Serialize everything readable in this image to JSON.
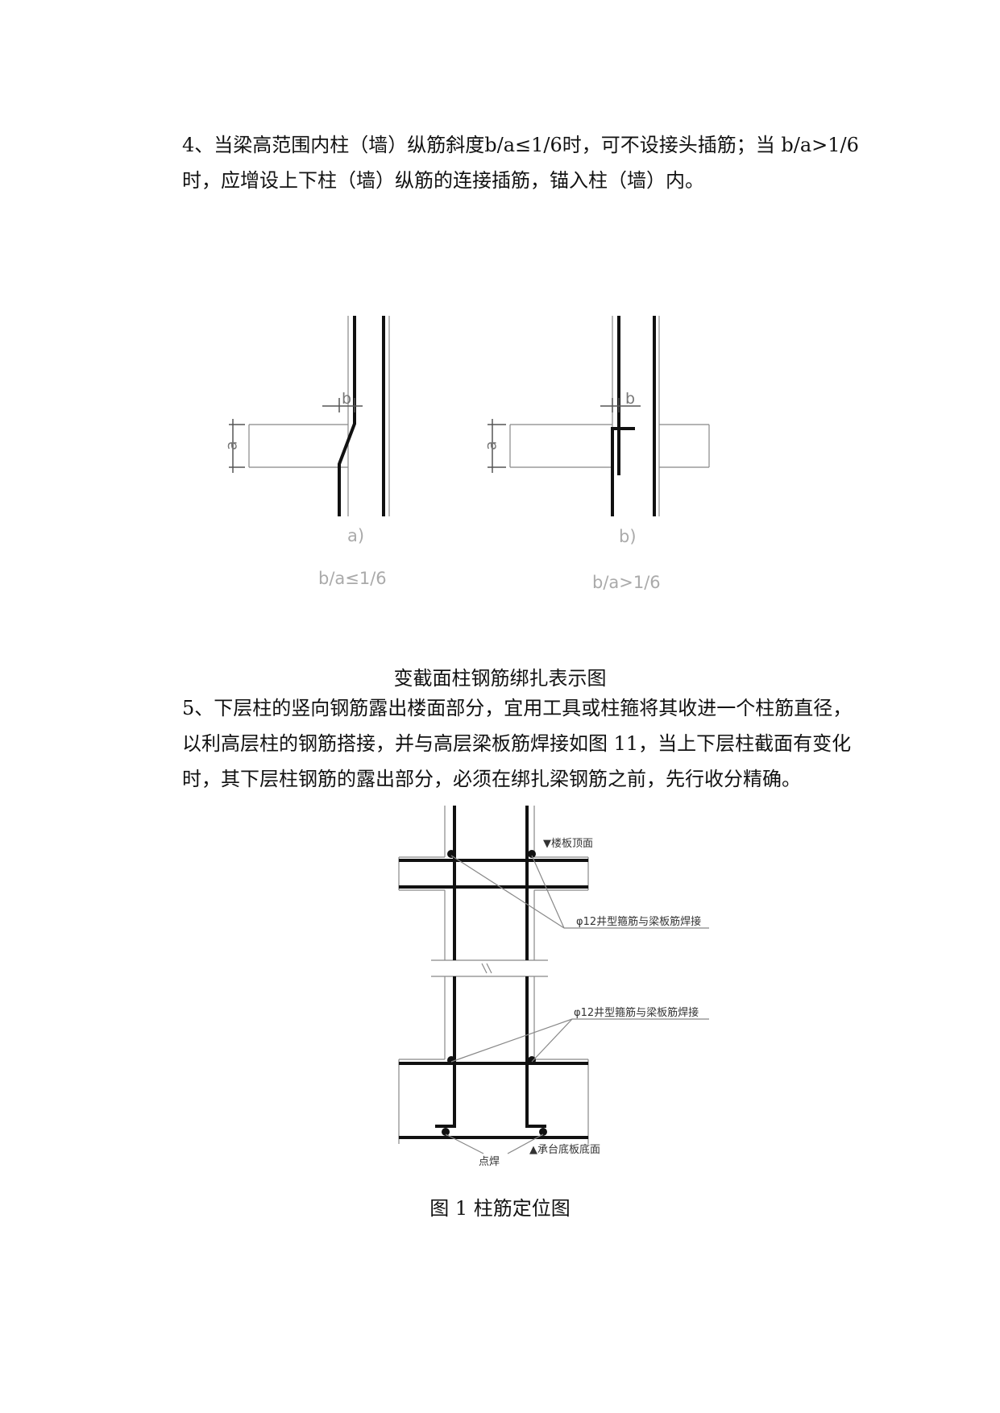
{
  "section4": {
    "line1": "4、当梁高范围内柱（墙）纵筋斜度b/a≤1/6时，可不设接头插筋；当 b/a>1/6",
    "line2": "时，应增设上下柱（墙）纵筋的连接插筋，锚入柱（墙）内。"
  },
  "figure_a": {
    "dim_b": "b",
    "dim_a": "a",
    "sub": "a)",
    "ratio": "b/a≤1/6"
  },
  "figure_b": {
    "dim_b": "b",
    "dim_a": "a",
    "sub": "b)",
    "ratio": "b/a>1/6"
  },
  "figure_top_caption": "变截面柱钢筋绑扎表示图",
  "section5": {
    "line1": "5、下层柱的竖向钢筋露出楼面部分，宜用工具或柱箍将其收进一个柱筋直径，",
    "line2": "以利高层柱的钢筋搭接，并与高层梁板筋焊接如图 11，当上下层柱截面有变化",
    "line3": "时，其下层柱钢筋的露出部分，必须在绑扎梁钢筋之前，先行收分精确。"
  },
  "figure1": {
    "label_floor_top": "▼楼板顶面",
    "label_weld_top": "φ12井型箍筋与梁板筋焊接",
    "label_weld_bottom": "φ12井型箍筋与梁板筋焊接",
    "label_spot_weld": "点焊",
    "label_base_bottom": "▲承台底板底面",
    "caption": "图 1  柱筋定位图"
  }
}
